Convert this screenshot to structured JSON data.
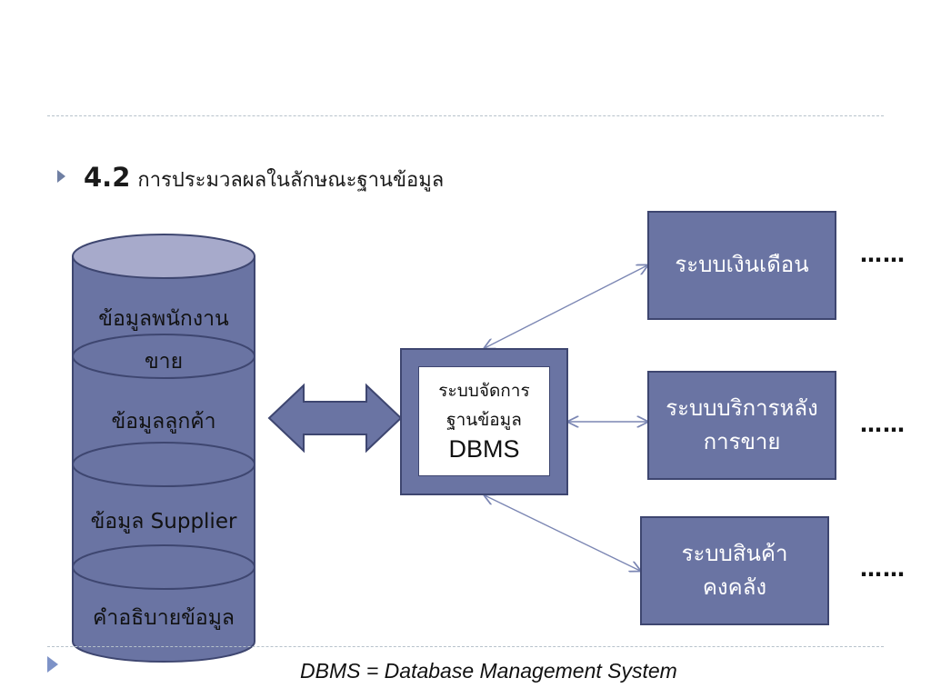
{
  "heading": {
    "number": "4.2",
    "text": "การประมวลผลในลักษณะฐานข้อมูล"
  },
  "database": {
    "segments": [
      "ข้อมูลพนักงาน",
      "ขาย",
      "ข้อมูลลูกค้า",
      "ข้อมูล Supplier",
      "คำอธิบายข้อมูล"
    ]
  },
  "dbms": {
    "line1": "ระบบจัดการ",
    "line2": "ฐานข้อมูล",
    "acronym": "DBMS"
  },
  "systems": [
    {
      "line1": "ระบบเงินเดือน",
      "line2": "",
      "trailing": "……"
    },
    {
      "line1": "ระบบบริการหลัง",
      "line2": "การขาย",
      "trailing": "……"
    },
    {
      "line1": "ระบบสินค้า",
      "line2": "คงคลัง",
      "trailing": "……"
    }
  ],
  "footnote": "DBMS = Database Management System",
  "colors": {
    "box_fill": "#6a74a3",
    "box_border": "#3e4670",
    "cylinder_fill": "#6a74a3",
    "cylinder_top": "#a7aacb",
    "connector": "#7b86b3",
    "rule": "#b7c2cb"
  }
}
